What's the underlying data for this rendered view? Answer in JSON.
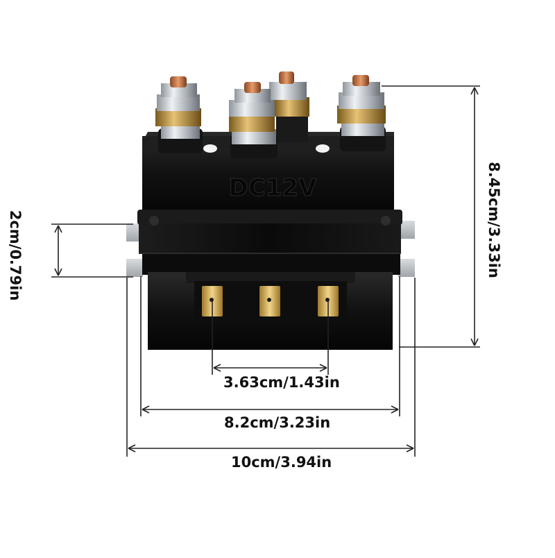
{
  "product": {
    "name": "winch-solenoid-relay",
    "body_color": "#0d0d0d",
    "terminal_color": "#c9a24a",
    "bolt_color": "#c7ccd1",
    "housing_marking": "DC12V"
  },
  "dimensions": {
    "height": "8.45cm/3.33in",
    "tab_spacing": "2cm/0.79in",
    "pin_spacing": "3.63cm/1.43in",
    "body_width": "8.2cm/3.23in",
    "overall_width": "10cm/3.94in"
  },
  "colors": {
    "dimension_line": "#222222",
    "background": "#ffffff"
  }
}
